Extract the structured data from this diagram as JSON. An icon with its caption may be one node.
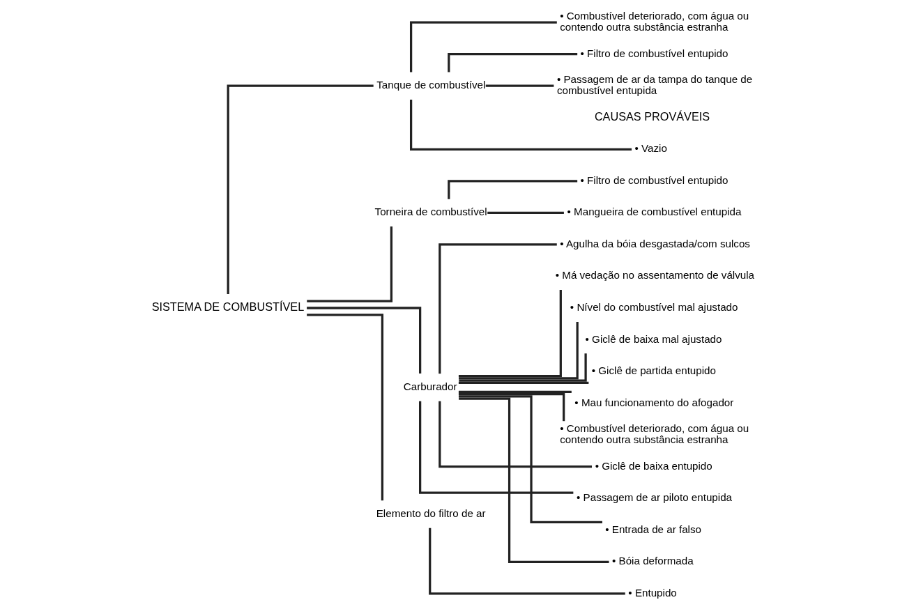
{
  "diagram": {
    "nodes": [
      {
        "text": [
          "SISTEMA DE COMBUSTÍVEL"
        ]
      },
      {
        "text": [
          "Tanque de combustível"
        ]
      },
      {
        "text": [
          "• Vazio"
        ]
      },
      {
        "text": [
          "• Filtro de combustível entupido"
        ]
      },
      {
        "text": [
          "• Passagem de ar da tampa do tanque de combustível entupida"
        ]
      },
      {
        "text": [
          "• Combustível deteriorado, com água ou contendo outra substância estranha"
        ]
      },
      {
        "text": [
          "Torneira de combustível"
        ]
      },
      {
        "text": [
          "• Mangueira de combustível entupida"
        ]
      },
      {
        "text": [
          "• Filtro de combustível entupido"
        ]
      },
      {
        "text": [
          "Carburador"
        ]
      },
      {
        "text": [
          "• Combustível deteriorado, com água ou contendo outra substância estranha"
        ]
      },
      {
        "text": [
          "• Giclê de baixa entupido"
        ]
      },
      {
        "text": [
          "• Passagem de ar piloto entupida"
        ]
      },
      {
        "text": [
          "• Entrada de ar falso"
        ]
      },
      {
        "text": [
          "• Bóia deformada"
        ]
      },
      {
        "text": [
          "• Agulha da bóia desgastada/com sulcos"
        ]
      },
      {
        "text": [
          "• Má vedação no assentamento de válvula"
        ]
      },
      {
        "text": [
          "• Nível do combustível mal ajustado"
        ]
      },
      {
        "text": [
          "• Giclê de baixa mal ajustado"
        ]
      },
      {
        "text": [
          "• Giclê de partida entupido"
        ]
      },
      {
        "text": [
          "• Mau funcionamento do afogador"
        ]
      },
      {
        "text": [
          "Elemento do filtro de ar"
        ]
      },
      {
        "text": [
          "• Entupido"
        ]
      }
    ],
    "edges": [
      {
        "from": 0,
        "to": 1,
        "arrow": "none"
      },
      {
        "from": 0,
        "to": 6,
        "arrow": "none"
      },
      {
        "from": 0,
        "to": 9,
        "arrow": "none"
      },
      {
        "from": 0,
        "to": 21,
        "arrow": "none"
      },
      {
        "from": 1,
        "to": 2,
        "arrow": "none"
      },
      {
        "from": 1,
        "to": 3,
        "arrow": "none"
      },
      {
        "from": 1,
        "to": 4,
        "arrow": "none"
      },
      {
        "from": 1,
        "to": 5,
        "arrow": "none"
      },
      {
        "from": 6,
        "to": 7,
        "arrow": "none"
      },
      {
        "from": 6,
        "to": 8,
        "arrow": "none"
      },
      {
        "from": 9,
        "to": 10,
        "arrow": "none"
      },
      {
        "from": 9,
        "to": 11,
        "arrow": "none"
      },
      {
        "from": 9,
        "to": 12,
        "arrow": "none"
      },
      {
        "from": 9,
        "to": 13,
        "arrow": "none"
      },
      {
        "from": 9,
        "to": 14,
        "arrow": "none"
      },
      {
        "from": 9,
        "to": 15,
        "arrow": "none"
      },
      {
        "from": 9,
        "to": 16,
        "arrow": "none"
      },
      {
        "from": 9,
        "to": 17,
        "arrow": "none"
      },
      {
        "from": 9,
        "to": 18,
        "arrow": "none"
      },
      {
        "from": 9,
        "to": 19,
        "arrow": "none"
      },
      {
        "from": 9,
        "to": 20,
        "arrow": "none"
      },
      {
        "from": 21,
        "to": 22,
        "arrow": "none"
      }
    ],
    "labels": [
      "CAUSAS PROVÁVEIS"
    ]
  }
}
